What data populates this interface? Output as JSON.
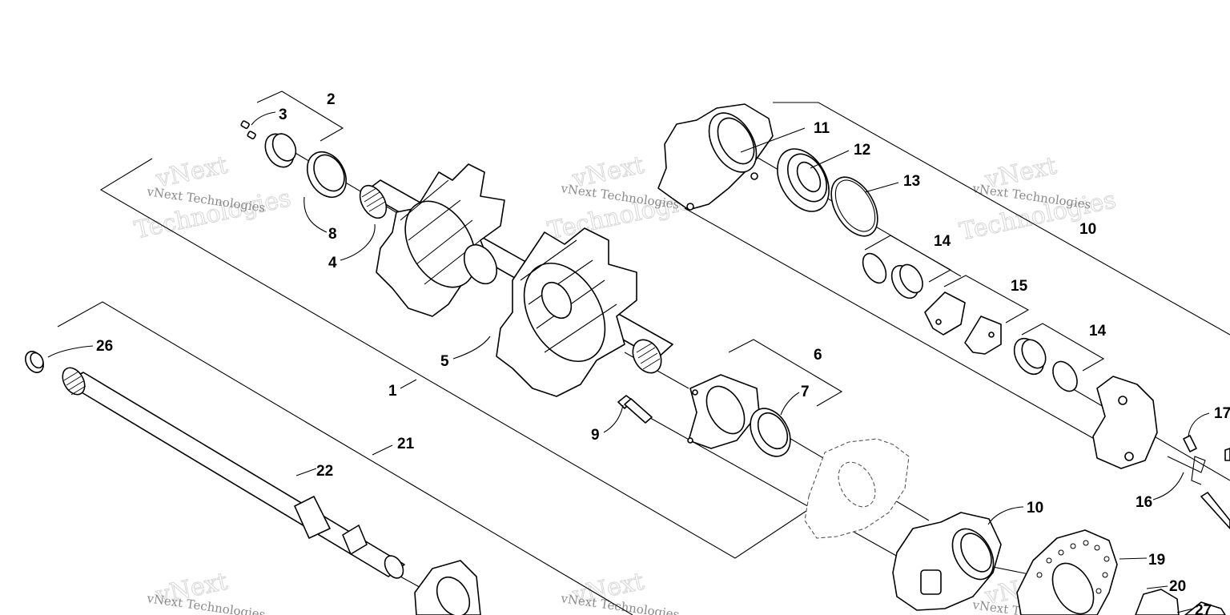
{
  "diagram": {
    "watermark_short": "vNext",
    "watermark_full": "vNext Technologies",
    "watermark_big": "Technologies",
    "callouts": {
      "p1": "1",
      "p2": "2",
      "p3": "3",
      "p4": "4",
      "p5": "5",
      "p6": "6",
      "p7": "7",
      "p8": "8",
      "p9": "9",
      "p10a": "10",
      "p10b": "10",
      "p11": "11",
      "p12": "12",
      "p13": "13",
      "p14a": "14",
      "p14b": "14",
      "p15": "15",
      "p16": "16",
      "p17": "17",
      "p19": "19",
      "p20": "20",
      "p21": "21",
      "p22": "22",
      "p26": "26",
      "p27": "27"
    }
  }
}
